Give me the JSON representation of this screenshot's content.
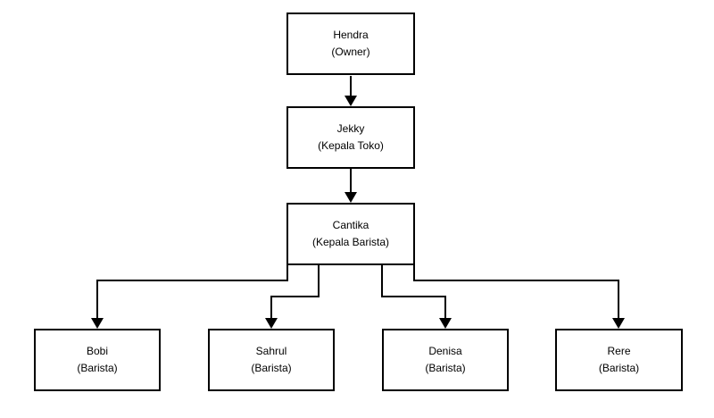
{
  "diagram": {
    "type": "org-chart",
    "colors": {
      "background": "#ffffff",
      "line": "#000000",
      "box_border": "#000000",
      "box_fill": "#ffffff",
      "text": "#000000"
    },
    "nodes": [
      {
        "name": "Hendra",
        "role": "(Owner)"
      },
      {
        "name": "Jekky",
        "role": "(Kepala Toko)"
      },
      {
        "name": "Cantika",
        "role": "(Kepala Barista)"
      },
      {
        "name": "Bobi",
        "role": "(Barista)"
      },
      {
        "name": "Sahrul",
        "role": "(Barista)"
      },
      {
        "name": "Denisa",
        "role": "(Barista)"
      },
      {
        "name": "Rere",
        "role": "(Barista)"
      }
    ],
    "edges": [
      {
        "from": "Hendra",
        "to": "Jekky"
      },
      {
        "from": "Jekky",
        "to": "Cantika"
      },
      {
        "from": "Cantika",
        "to": "Bobi"
      },
      {
        "from": "Cantika",
        "to": "Sahrul"
      },
      {
        "from": "Cantika",
        "to": "Denisa"
      },
      {
        "from": "Cantika",
        "to": "Rere"
      }
    ]
  }
}
